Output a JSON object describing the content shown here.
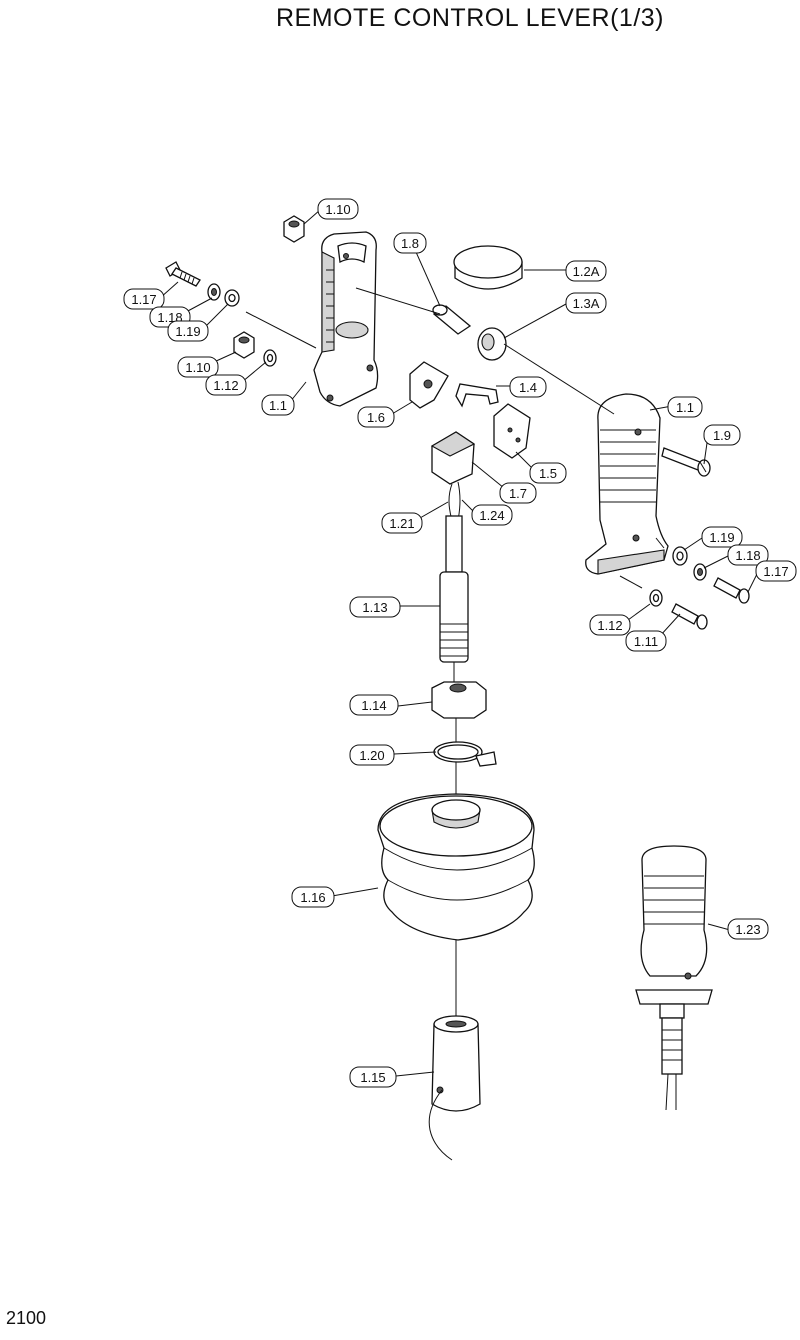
{
  "title": "REMOTE CONTROL LEVER(1/3)",
  "page_number": "2100",
  "callouts": {
    "c_1_10_top": "1.10",
    "c_1_8": "1.8",
    "c_1_2A": "1.2A",
    "c_1_3A": "1.3A",
    "c_1_17_left": "1.17",
    "c_1_18_left": "1.18",
    "c_1_19_left": "1.19",
    "c_1_10_left": "1.10",
    "c_1_12_left": "1.12",
    "c_1_1_left": "1.1",
    "c_1_4": "1.4",
    "c_1_6": "1.6",
    "c_1_1_right": "1.1",
    "c_1_9": "1.9",
    "c_1_5": "1.5",
    "c_1_7": "1.7",
    "c_1_21": "1.21",
    "c_1_24": "1.24",
    "c_1_19_right": "1.19",
    "c_1_18_right": "1.18",
    "c_1_17_right": "1.17",
    "c_1_13": "1.13",
    "c_1_12_right": "1.12",
    "c_1_11": "1.11",
    "c_1_14": "1.14",
    "c_1_20": "1.20",
    "c_1_16": "1.16",
    "c_1_23": "1.23",
    "c_1_15": "1.15"
  }
}
